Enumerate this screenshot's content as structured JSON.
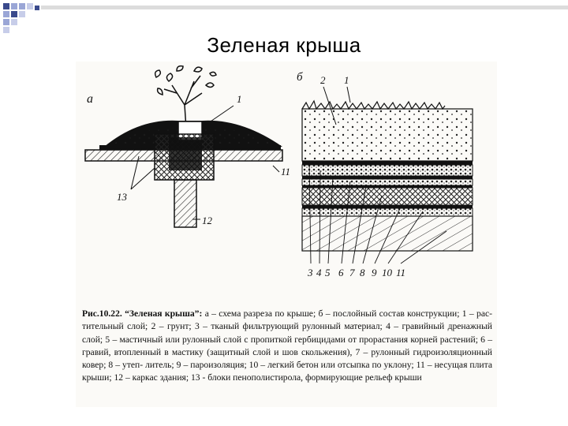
{
  "slide": {
    "title": "Зеленая крыша",
    "accent_color": "#9aa6d6",
    "accent_dark": "#3a4a8c"
  },
  "figure": {
    "panel_a_label": "а",
    "panel_b_label": "б",
    "labels_a": [
      "1",
      "11",
      "13",
      "12"
    ],
    "labels_b_top": [
      "2",
      "1"
    ],
    "labels_b_bottom": [
      "3",
      "4",
      "5",
      "6",
      "7",
      "8",
      "9",
      "10",
      "11"
    ]
  },
  "caption": {
    "lead": "Рис.10.22. “Зеленая крыша”:",
    "lines": [
      "а – схема разреза по крыше; б – послойный состав конструкции; 1 – рас-",
      "тительный слой; 2 – грунт; 3 – тканый фильтрующий рулонный материал; 4 – гравийный дренажный слой;",
      "5 – мастичный или рулонный слой с пропиткой гербицидами от прорастания корней растений; 6 – гравий,",
      "втопленный в мастику (защитный слой и шов скольжения), 7 – рулонный гидроизоляционный ковер; 8 – утеп-",
      "литель; 9 – пароизоляция; 10 – легкий бетон или отсыпка по уклону; 11 – несущая плита крыши; 12 – каркас",
      "здания; 13 - блоки пенополистирола, формирующие рельеф крыши"
    ]
  }
}
